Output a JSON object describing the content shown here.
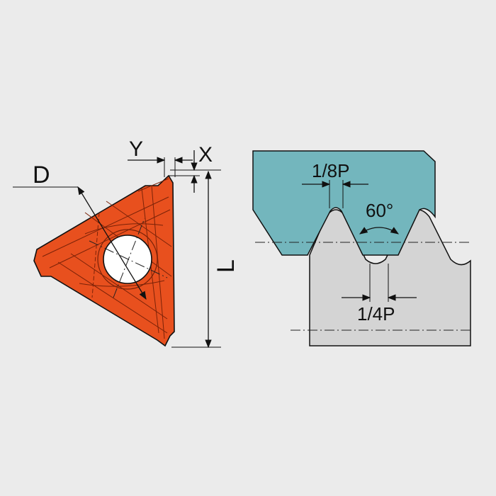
{
  "labels": {
    "d": "D",
    "y": "Y",
    "x": "X",
    "l": "L",
    "eighth_pitch": "1/8P",
    "quarter_pitch": "1/4P",
    "angle": "60°"
  },
  "colors": {
    "background": "#ebebeb",
    "insert": "#e8501e",
    "insert_line": "#7a2208",
    "internal_thread": "#73b6bd",
    "external_thread": "#d4d4d4",
    "outline": "#111111"
  }
}
